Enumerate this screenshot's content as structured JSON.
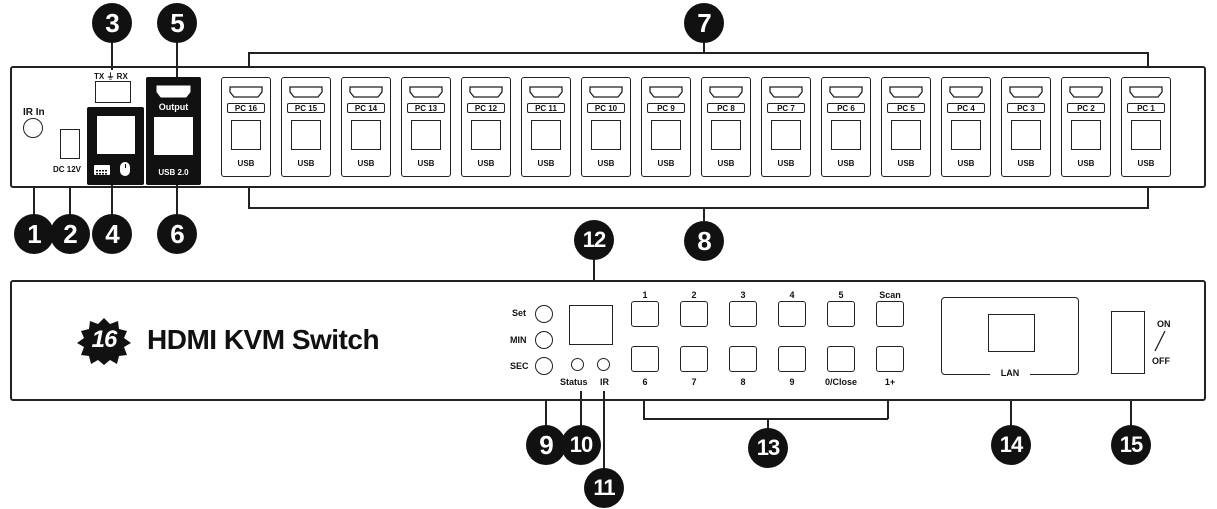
{
  "back_panel": {
    "ir_in_label": "IR In",
    "dc_label": "DC 12V",
    "txrx_label": "TX ⏚ RX",
    "output_label": "Output",
    "usb20_label": "USB 2.0",
    "ports": [
      {
        "pc": "PC 16",
        "usb": "USB"
      },
      {
        "pc": "PC 15",
        "usb": "USB"
      },
      {
        "pc": "PC 14",
        "usb": "USB"
      },
      {
        "pc": "PC 13",
        "usb": "USB"
      },
      {
        "pc": "PC 12",
        "usb": "USB"
      },
      {
        "pc": "PC 11",
        "usb": "USB"
      },
      {
        "pc": "PC 10",
        "usb": "USB"
      },
      {
        "pc": "PC 9",
        "usb": "USB"
      },
      {
        "pc": "PC 8",
        "usb": "USB"
      },
      {
        "pc": "PC 7",
        "usb": "USB"
      },
      {
        "pc": "PC 6",
        "usb": "USB"
      },
      {
        "pc": "PC 5",
        "usb": "USB"
      },
      {
        "pc": "PC 4",
        "usb": "USB"
      },
      {
        "pc": "PC 3",
        "usb": "USB"
      },
      {
        "pc": "PC 2",
        "usb": "USB"
      },
      {
        "pc": "PC 1",
        "usb": "USB"
      }
    ]
  },
  "front_panel": {
    "logo_number": "16",
    "title": "HDMI KVM Switch",
    "set_label": "Set",
    "min_label": "MIN",
    "sec_label": "SEC",
    "status_label": "Status",
    "ir_label": "IR",
    "buttons_top": [
      "1",
      "2",
      "3",
      "4",
      "5",
      "Scan"
    ],
    "buttons_bottom": [
      "6",
      "7",
      "8",
      "9",
      "0/Close",
      "1+"
    ],
    "lan_label": "LAN",
    "on_label": "ON",
    "off_label": "OFF"
  },
  "callouts": [
    "1",
    "2",
    "3",
    "4",
    "5",
    "6",
    "7",
    "8",
    "9",
    "10",
    "11",
    "12",
    "13",
    "14",
    "15"
  ]
}
